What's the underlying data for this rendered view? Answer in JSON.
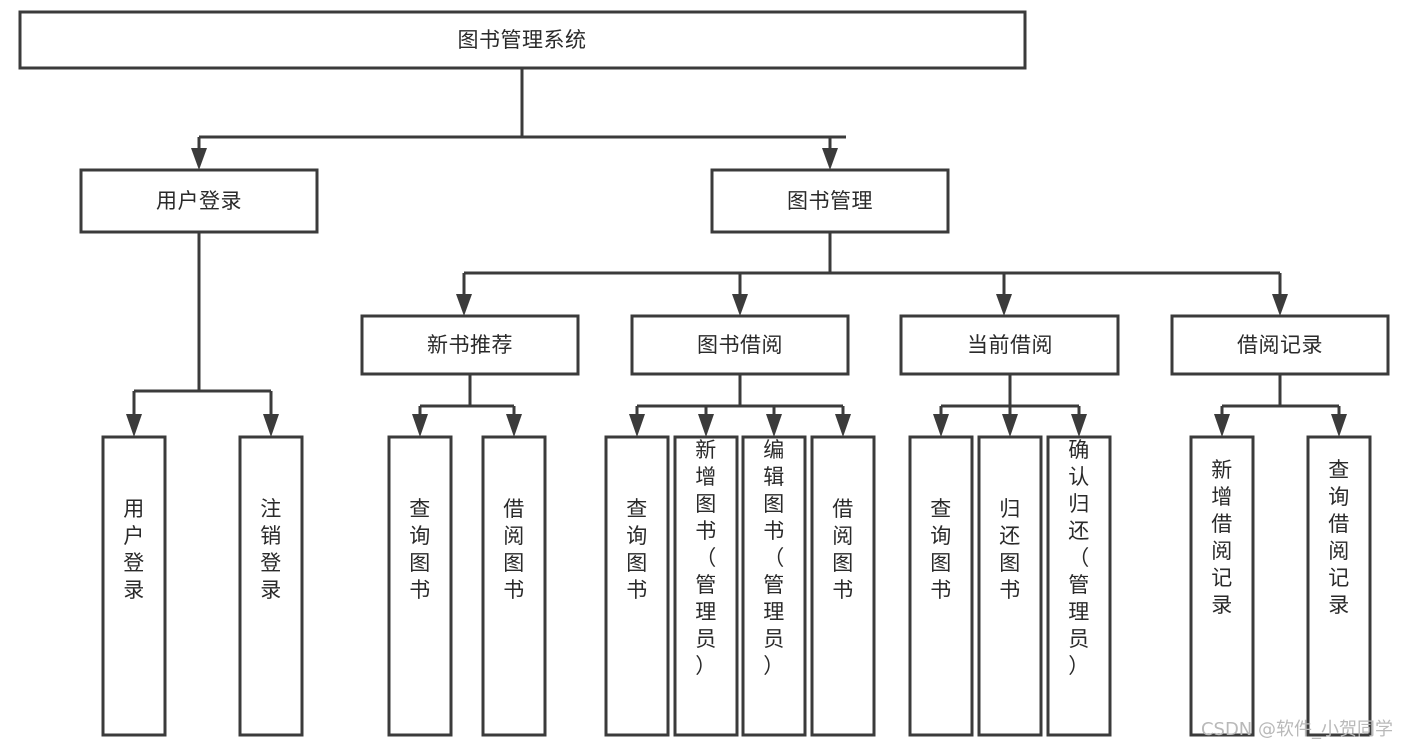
{
  "diagram": {
    "type": "tree",
    "orientation": "top-down",
    "title": "图书管理系统",
    "style": {
      "box_fill": "#ffffff",
      "box_stroke": "#3b3b3b",
      "connector_stroke": "#3b3b3b",
      "text_color": "#2a2a2a",
      "background": "#ffffff",
      "watermark_color": "#b9b9b9"
    },
    "root": {
      "id": "root",
      "label": "图书管理系统",
      "orientation": "horizontal"
    },
    "level2": [
      {
        "id": "user-login",
        "label": "用户登录",
        "orientation": "horizontal"
      },
      {
        "id": "book-manage",
        "label": "图书管理",
        "orientation": "horizontal"
      }
    ],
    "level3": [
      {
        "id": "new-book-recommend",
        "label": "新书推荐",
        "orientation": "horizontal",
        "parent": "book-manage"
      },
      {
        "id": "book-borrow",
        "label": "图书借阅",
        "orientation": "horizontal",
        "parent": "book-manage"
      },
      {
        "id": "current-borrow",
        "label": "当前借阅",
        "orientation": "horizontal",
        "parent": "book-manage"
      },
      {
        "id": "borrow-record",
        "label": "借阅记录",
        "orientation": "horizontal",
        "parent": "book-manage"
      }
    ],
    "leaves": [
      {
        "id": "leaf-user-login",
        "label": "用户登录",
        "orientation": "vertical",
        "parent": "user-login"
      },
      {
        "id": "leaf-user-logout",
        "label": "注销登录",
        "orientation": "vertical",
        "parent": "user-login"
      },
      {
        "id": "leaf-query-book-1",
        "label": "查询图书",
        "orientation": "vertical",
        "parent": "new-book-recommend"
      },
      {
        "id": "leaf-borrow-book-1",
        "label": "借阅图书",
        "orientation": "vertical",
        "parent": "new-book-recommend"
      },
      {
        "id": "leaf-query-book-2",
        "label": "查询图书",
        "orientation": "vertical",
        "parent": "book-borrow"
      },
      {
        "id": "leaf-add-book",
        "label": "新增图书（管理员）",
        "orientation": "vertical",
        "parent": "book-borrow"
      },
      {
        "id": "leaf-edit-book",
        "label": "编辑图书（管理员）",
        "orientation": "vertical",
        "parent": "book-borrow"
      },
      {
        "id": "leaf-borrow-book-2",
        "label": "借阅图书",
        "orientation": "vertical",
        "parent": "book-borrow"
      },
      {
        "id": "leaf-query-book-3",
        "label": "查询图书",
        "orientation": "vertical",
        "parent": "current-borrow"
      },
      {
        "id": "leaf-return-book",
        "label": "归还图书",
        "orientation": "vertical",
        "parent": "current-borrow"
      },
      {
        "id": "leaf-confirm-return",
        "label": "确认归还（管理员）",
        "orientation": "vertical",
        "parent": "current-borrow"
      },
      {
        "id": "leaf-add-record",
        "label": "新增借阅记录",
        "orientation": "vertical",
        "parent": "borrow-record"
      },
      {
        "id": "leaf-query-record",
        "label": "查询借阅记录",
        "orientation": "vertical",
        "parent": "borrow-record"
      }
    ]
  },
  "watermark": {
    "text": "CSDN @软件_小贺同学"
  }
}
